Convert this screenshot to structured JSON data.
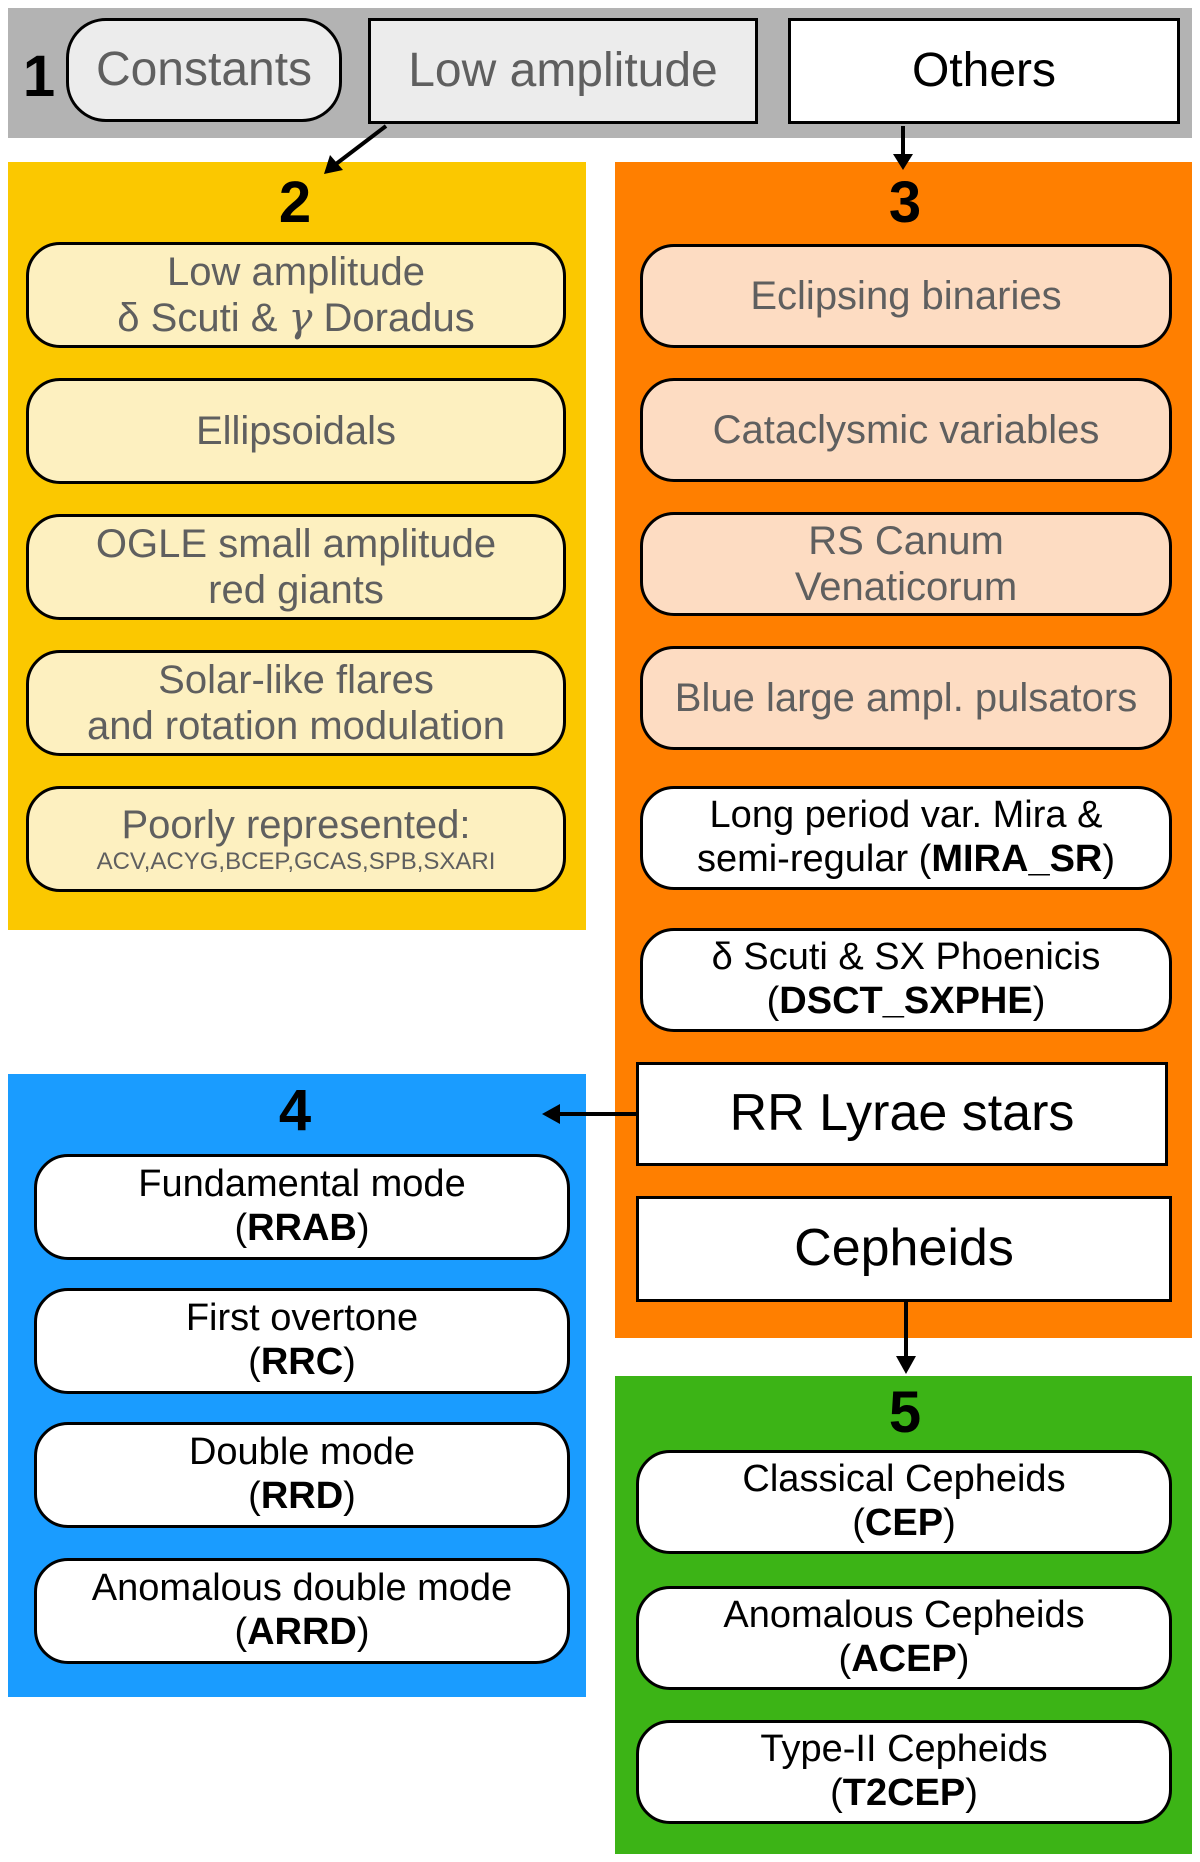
{
  "colors": {
    "panel1": "#b3b3b3",
    "panel2": "#fbc800",
    "panel3": "#ff7f00",
    "panel4": "#1a9cff",
    "panel5": "#3cb416",
    "box_light_grey": "#ececec",
    "box_yellow": "#fdf0c0",
    "box_peach": "#fddcc2",
    "box_white": "#ffffff"
  },
  "group1": {
    "number": "1",
    "constants": "Constants",
    "low_amplitude": "Low amplitude",
    "others": "Others"
  },
  "group2": {
    "number": "2",
    "items": [
      {
        "line1": "Low amplitude",
        "line2_pre": "δ Scuti & ",
        "line2_gamma": "γ",
        "line2_post": " Doradus"
      },
      {
        "line1": "Ellipsoidals"
      },
      {
        "line1": "OGLE small amplitude",
        "line2": "red giants"
      },
      {
        "line1": "Solar-like flares",
        "line2": "and rotation modulation"
      },
      {
        "line1": "Poorly represented:",
        "line2": "ACV,ACYG,BCEP,GCAS,SPB,SXARI"
      }
    ]
  },
  "group3": {
    "number": "3",
    "items": [
      {
        "line1": "Eclipsing binaries"
      },
      {
        "line1": "Cataclysmic variables"
      },
      {
        "line1": "RS Canum",
        "line2": "Venaticorum"
      },
      {
        "line1": "Blue large ampl. pulsators"
      },
      {
        "line1": "Long period var. Mira &",
        "line2_pre": "semi-regular (",
        "line2_bold": "MIRA_SR",
        "line2_post": ")"
      },
      {
        "line1": "δ Scuti & SX Phoenicis",
        "line2_pre": "(",
        "line2_bold": "DSCT_SXPHE",
        "line2_post": ")"
      }
    ],
    "rr_lyrae": "RR Lyrae stars",
    "cepheids": "Cepheids"
  },
  "group4": {
    "number": "4",
    "items": [
      {
        "line1": "Fundamental mode",
        "code": "RRAB"
      },
      {
        "line1": "First overtone",
        "code": "RRC"
      },
      {
        "line1": "Double mode",
        "code": "RRD"
      },
      {
        "line1": "Anomalous double mode",
        "code": "ARRD"
      }
    ]
  },
  "group5": {
    "number": "5",
    "items": [
      {
        "line1": "Classical Cepheids",
        "code": "CEP"
      },
      {
        "line1": "Anomalous Cepheids",
        "code": "ACEP"
      },
      {
        "line1": "Type-II Cepheids",
        "code": "T2CEP"
      }
    ]
  }
}
